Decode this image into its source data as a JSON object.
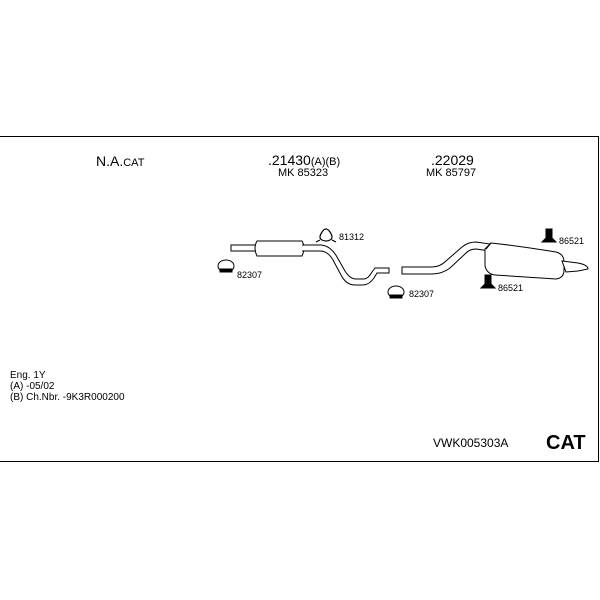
{
  "header": {
    "col1": {
      "main": "N.A.",
      "suffix": "CAT"
    },
    "col2": {
      "part": ".21430",
      "suffix": "(A)(B)",
      "mk": "MK  85323"
    },
    "col3": {
      "part": ".22029",
      "mk": "MK  85797"
    }
  },
  "parts": {
    "p81312": "81312",
    "p82307a": "82307",
    "p82307b": "82307",
    "p86521a": "86521",
    "p86521b": "86521"
  },
  "notes": {
    "line1": "Eng. 1Y",
    "line2": "(A) -05/02",
    "line3": "(B) Ch.Nbr. -9K3R000200"
  },
  "footer": {
    "code": "VWK005303A",
    "cat": "CAT"
  }
}
